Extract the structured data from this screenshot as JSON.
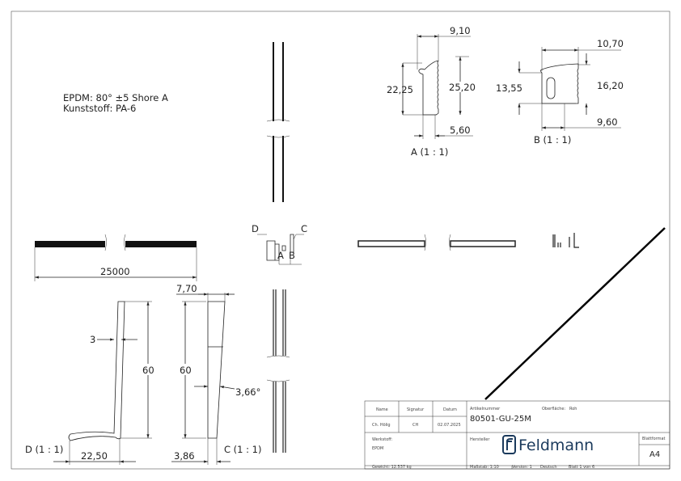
{
  "notes": {
    "material_line": "EPDM: 80° ±5 Shore A",
    "plastic_line": "Kunststoff: PA-6"
  },
  "views": {
    "A": {
      "label": "A (1 : 1)",
      "dims": [
        "9,10",
        "22,25",
        "25,20",
        "5,60"
      ]
    },
    "B": {
      "label": "B (1 : 1)",
      "dims": [
        "10,70",
        "13,55",
        "16,20",
        "9,60"
      ]
    },
    "C": {
      "label": "C (1 : 1)",
      "dims": [
        "7,70",
        "60",
        "3,66°",
        "3,86"
      ]
    },
    "D": {
      "label": "D (1 : 1)",
      "dims": [
        "3",
        "60",
        "22,50"
      ]
    },
    "length_dim": "25000",
    "callouts": [
      "D",
      "C",
      "A",
      "B"
    ]
  },
  "title_block": {
    "name_header": "Name",
    "signature_header": "Signatur",
    "date_header": "Datum",
    "name": "Ch. Hölig",
    "signature": "CH",
    "date": "02.07.2025",
    "article_label": "Artikelnummer",
    "article_number": "80501-GU-25M",
    "surface_label": "Oberfläche:",
    "surface": "Roh",
    "material_label": "Werkstoff:",
    "material": "EPDM",
    "manufacturer_label": "Hersteller",
    "logo_text": "Feldmann",
    "sheet_format_label": "Blattformat",
    "sheet_format": "A4",
    "weight": "Gewicht: 12.537 kg",
    "scale": "Maßstab: 1:10",
    "version": "Version: 1",
    "language": "Deutsch",
    "sheet": "Blatt 1 von 6",
    "brand_color": "#1b3a5c"
  }
}
